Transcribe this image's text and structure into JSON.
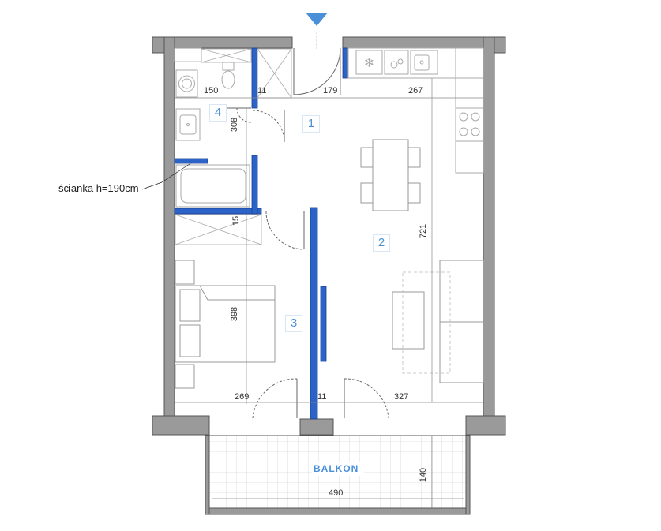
{
  "rooms": [
    {
      "number": "1"
    },
    {
      "number": "2"
    },
    {
      "number": "3"
    },
    {
      "number": "4"
    }
  ],
  "balcony_label": "BALKON",
  "note": "ścianka h=190cm",
  "dimensions": {
    "bath_width": "150",
    "wall_a": "11",
    "hall_width": "179",
    "kitchen_width": "267",
    "bath_height": "308",
    "partition": "15",
    "living_height": "721",
    "bedroom_height": "398",
    "bedroom_width": "269",
    "wall_b": "11",
    "living_width": "327",
    "balcony_width": "490",
    "balcony_depth": "140"
  },
  "colors": {
    "wall": "#9a9a9a",
    "wall_outline": "#555555",
    "partition_blue": "#2b63c9",
    "accent_blue": "#4a90d9",
    "furniture": "#aaaaaa"
  },
  "icons": [
    "entrance-arrow-icon",
    "washing-machine-icon",
    "toilet-icon",
    "sink-icon",
    "bathtub-icon",
    "fridge-icon",
    "stove-icon",
    "kitchen-sink-icon",
    "bed-icon",
    "sofa-icon",
    "dining-table-icon"
  ]
}
